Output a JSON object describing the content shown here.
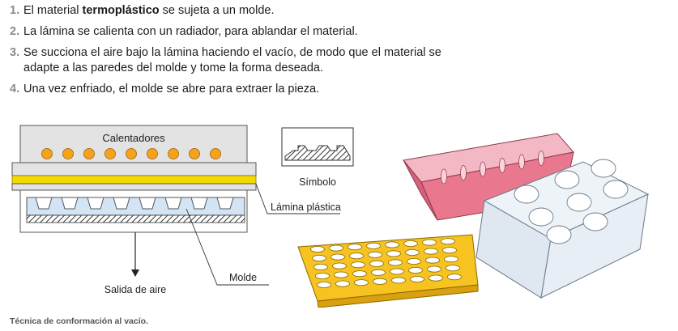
{
  "steps": [
    {
      "num": "1.",
      "pre": "El material ",
      "bold": "termoplástico",
      "post": " se sujeta a un molde."
    },
    {
      "num": "2.",
      "text": "La lámina se calienta con un radiador, para ablandar el material."
    },
    {
      "num": "3.",
      "text": "Se succiona el aire bajo la lámina haciendo el vacío, de modo que el material se",
      "text2": "adapte a las paredes del molde y tome la forma deseada."
    },
    {
      "num": "4.",
      "text": "Una vez enfriado, el molde se abre para extraer la pieza."
    }
  ],
  "diagram": {
    "heaters_label": "Calentadores",
    "sheet_label": "Lámina plástica",
    "mold_label": "Molde",
    "air_label": "Salida de aire",
    "symbol_label": "Símbolo",
    "colors": {
      "frame_gray": "#e3e3e3",
      "heater_orange": "#f5a31a",
      "sheet_yellow": "#f5d800",
      "mold_blue": "#d3e5f5",
      "tray_pink": "#e9788f",
      "tray_yellow": "#f6c321",
      "tray_clear": "#e8eef5"
    }
  },
  "caption": "Técnica de conformación al vacío."
}
